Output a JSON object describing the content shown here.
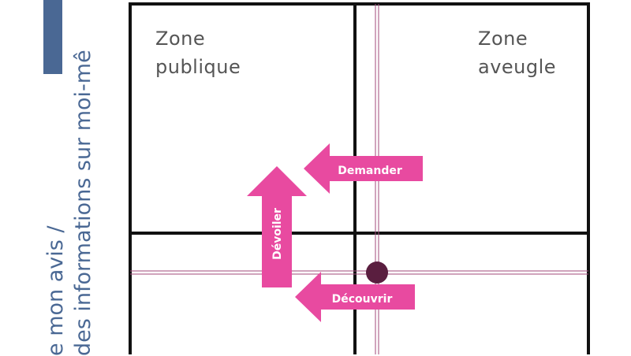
{
  "side_text": {
    "line1": "e mon avis /",
    "line2": "des informations sur moi-mê"
  },
  "zones": {
    "public": [
      "Zone",
      "publique"
    ],
    "blind": [
      "Zone",
      "aveugle"
    ]
  },
  "arrows": {
    "ask": "Demander",
    "reveal": "Dévoiler",
    "discover": "Découvrir"
  },
  "colors": {
    "accent": "#4a6894",
    "arrow": "#e84aa0",
    "marker": "#5a1e3f",
    "guide": "#a04a7a"
  }
}
